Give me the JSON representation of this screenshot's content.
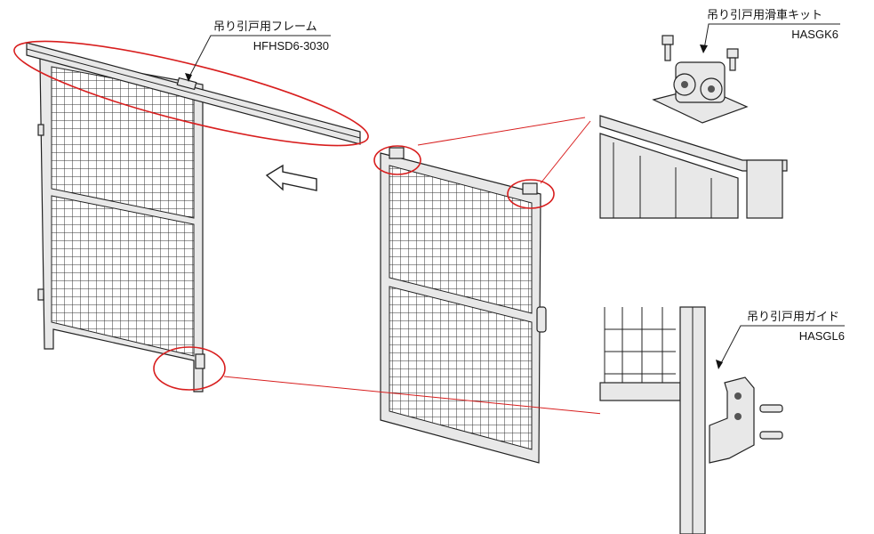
{
  "labels": {
    "frame": {
      "title": "吊り引戸用フレーム",
      "code": "HFHSD6-3030"
    },
    "pulley_kit": {
      "title": "吊り引戸用滑車キット",
      "code": "HASGK6"
    },
    "guide": {
      "title": "吊り引戸用ガイド",
      "code": "HASGL6"
    }
  },
  "colors": {
    "highlight": "#d81e1e",
    "line": "#222222"
  }
}
